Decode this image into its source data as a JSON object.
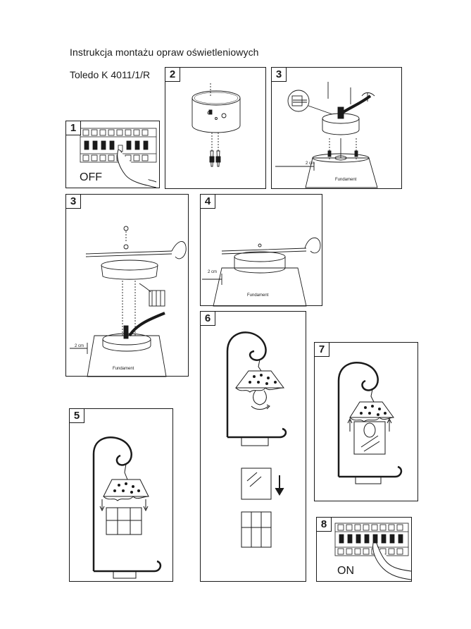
{
  "header": {
    "title": "Instrukcja montażu opraw oświetleniowych",
    "model": "Toledo K 4011/1/R"
  },
  "steps": {
    "s1": {
      "number": "1",
      "label": "OFF"
    },
    "s2": {
      "number": "2"
    },
    "s3a": {
      "number": "3",
      "height_label": "2 cm",
      "base_label": "Fundament"
    },
    "s3b": {
      "number": "3",
      "height_label": "2 cm",
      "base_label": "Fundament"
    },
    "s4": {
      "number": "4",
      "height_label": "2 cm",
      "base_label": "Fundament"
    },
    "s5": {
      "number": "5"
    },
    "s6": {
      "number": "6"
    },
    "s7": {
      "number": "7"
    },
    "s8": {
      "number": "8",
      "label": "ON"
    }
  },
  "colors": {
    "ink": "#1a1a1a",
    "paper": "#ffffff"
  }
}
